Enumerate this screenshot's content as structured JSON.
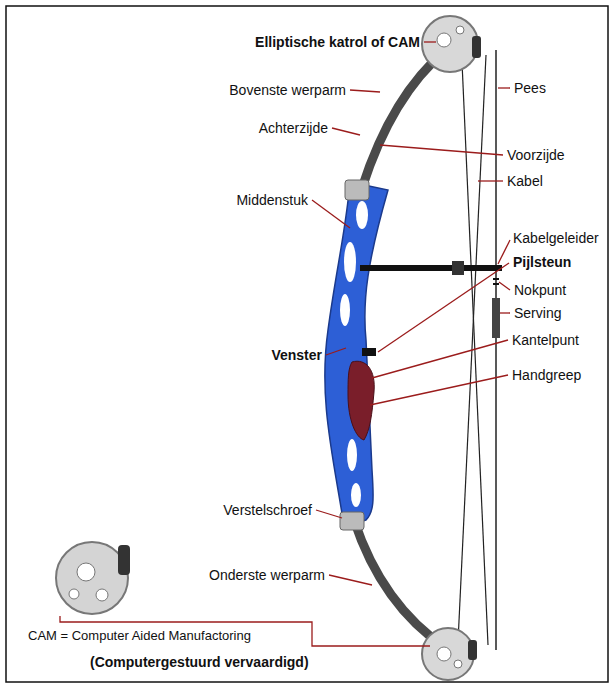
{
  "diagram": {
    "labels": [
      "Elliptische katrol of CAM",
      "Bovenste werparm",
      "Achterzijde",
      "Middenstuk",
      "Pees",
      "Voorzijde",
      "Kabel",
      "Kabelgeleider",
      "Pijlsteun",
      "Nokpunt",
      "Serving",
      "Kantelpunt",
      "Handgreep",
      "Venster",
      "Verstelschroef",
      "Onderste werparm",
      "CAM = Computer Aided Manufactoring",
      "(Computergestuurd vervaardigd)"
    ]
  }
}
